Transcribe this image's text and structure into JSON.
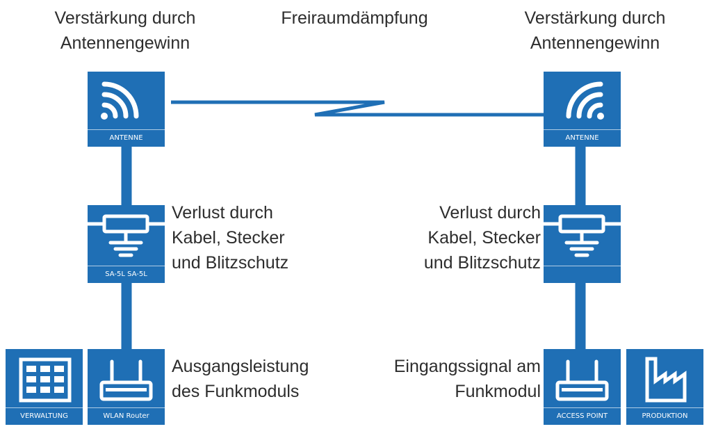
{
  "colors": {
    "brand_blue": "#1f6fb5",
    "text": "#2d2d2d",
    "background": "#ffffff"
  },
  "labels": {
    "gain_left": [
      "Verstärkung durch",
      "Antennengewinn"
    ],
    "free_space": "Freiraumdämpfung",
    "gain_right": [
      "Verstärkung durch",
      "Antennengewinn"
    ],
    "loss_left": [
      "Verlust durch",
      "Kabel, Stecker",
      "und Blitzschutz"
    ],
    "loss_right": [
      "Verlust durch",
      "Kabel, Stecker",
      "und Blitzschutz"
    ],
    "output_power": [
      "Ausgangsleistung",
      "des Funkmoduls"
    ],
    "input_signal": [
      "Eingangssignal am",
      "Funkmodul"
    ]
  },
  "devices": {
    "antenna_left": {
      "caption": "ANTENNE",
      "icon": "wifi-signal-icon"
    },
    "arrester_left": {
      "caption": "SA-5L SA-5L",
      "icon": "lightning-arrester-icon"
    },
    "router_left": {
      "caption": "WLAN Router",
      "icon": "router-icon"
    },
    "admin": {
      "caption": "VERWALTUNG",
      "icon": "office-building-icon"
    },
    "antenna_right": {
      "caption": "ANTENNE",
      "icon": "wifi-signal-icon"
    },
    "arrester_right": {
      "caption": "",
      "icon": "lightning-arrester-icon"
    },
    "access_point": {
      "caption": "ACCESS POINT",
      "icon": "router-icon"
    },
    "production": {
      "caption": "PRODUKTION",
      "icon": "factory-icon"
    }
  }
}
